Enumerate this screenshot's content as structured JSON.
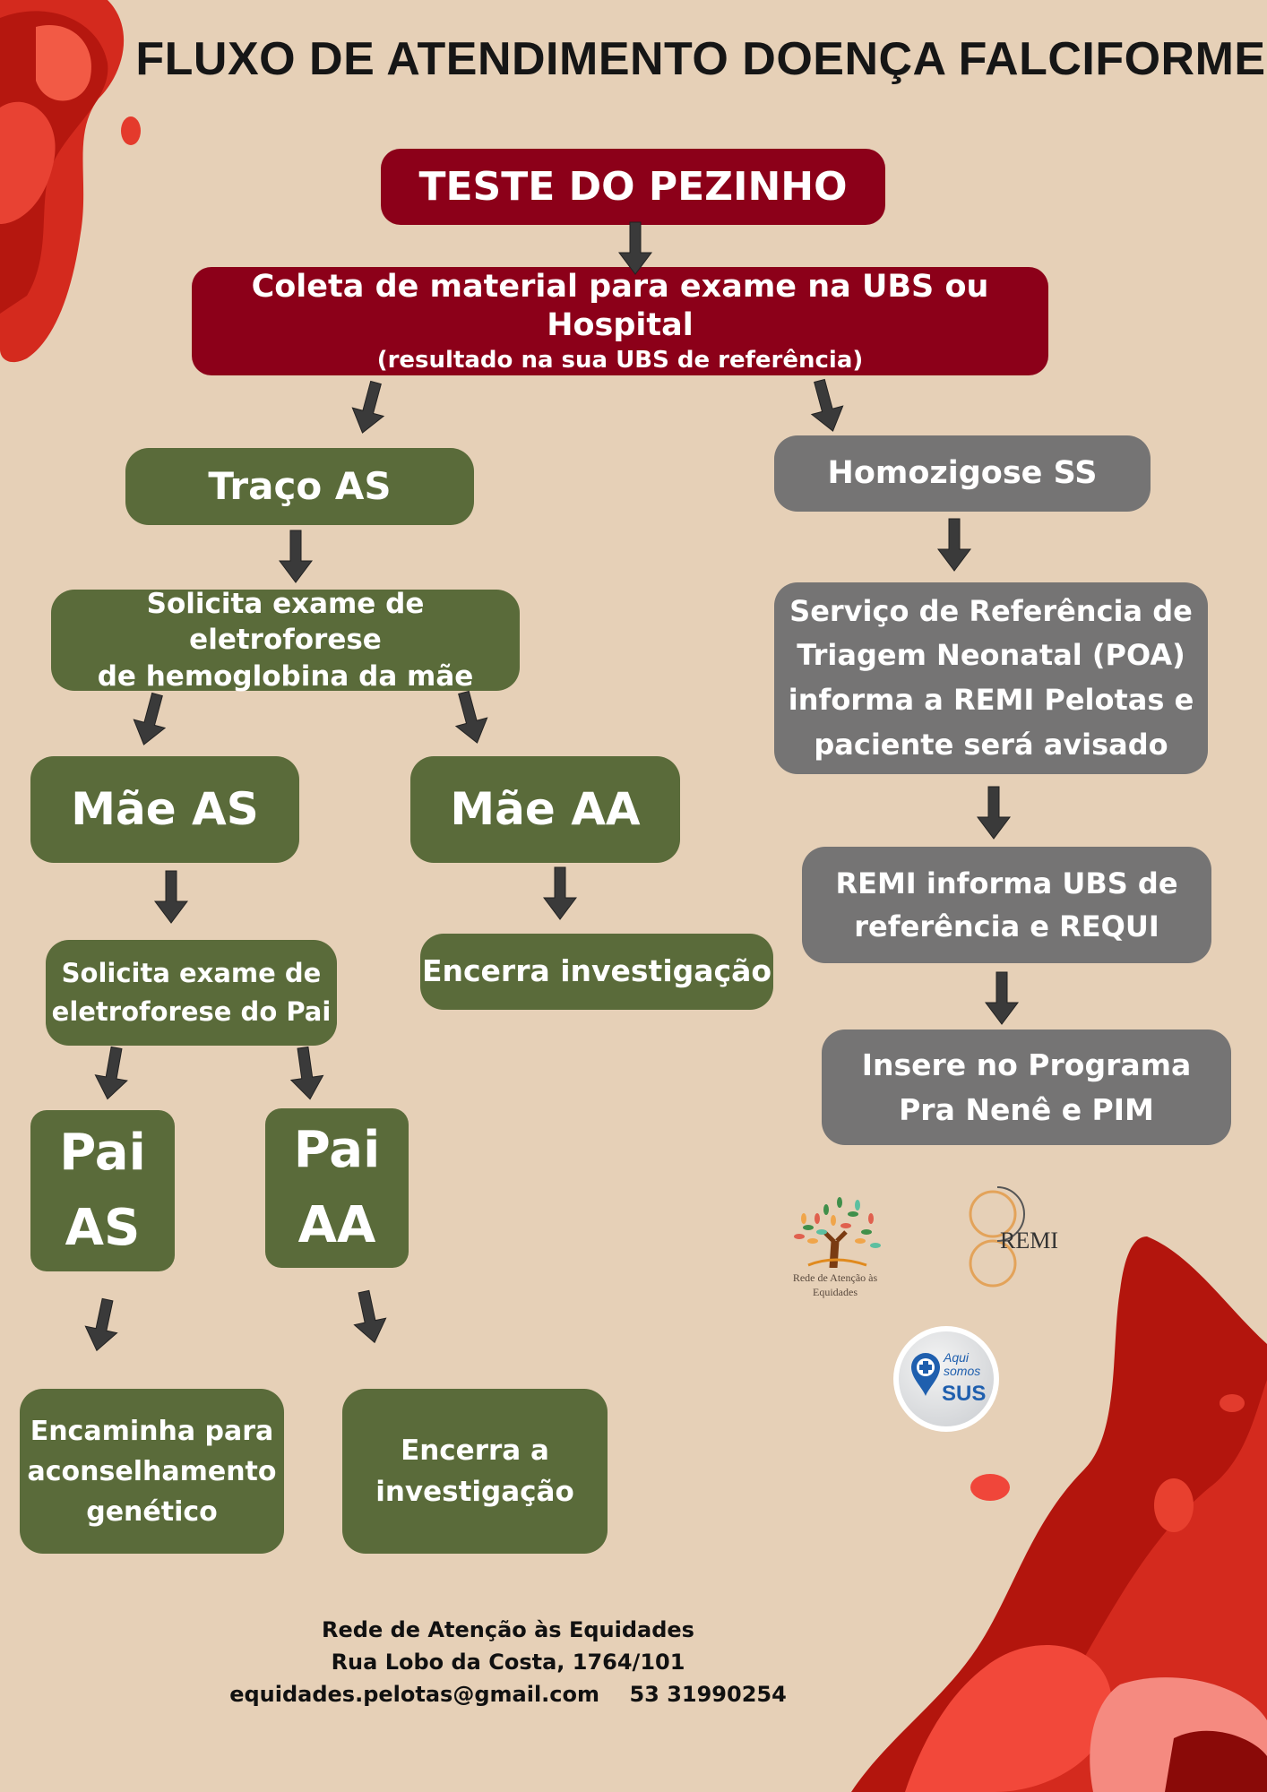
{
  "title": "FLUXO DE ATENDIMENTO DOENÇA FALCIFORME",
  "colors": {
    "background": "#e6d0b7",
    "red": "#8c0019",
    "green": "#5a6b3a",
    "grey": "#757474"
  },
  "flow": {
    "teste": "TESTE DO PEZINHO",
    "coleta": {
      "line1": "Coleta de material para exame na UBS ou Hospital",
      "line2": "(resultado na sua UBS de referência)"
    },
    "traco": "Traço AS",
    "solicita_mae": {
      "line1": "Solicita exame de eletroforese",
      "line2": "de hemoglobina da mãe"
    },
    "mae_as": "Mãe AS",
    "mae_aa": "Mãe AA",
    "solicita_pai": {
      "line1": "Solicita exame de",
      "line2": "eletroforese do Pai"
    },
    "encerra_investigacao": "Encerra investigação",
    "pai_as": {
      "line1": "Pai",
      "line2": "AS"
    },
    "pai_aa": {
      "line1": "Pai",
      "line2": "AA"
    },
    "encaminha": {
      "line1": "Encaminha para",
      "line2": "aconselhamento",
      "line3": "genético"
    },
    "encerra_a": {
      "line1": "Encerra a",
      "line2": "investigação"
    },
    "homozigose": "Homozigose SS",
    "servico": {
      "line1": "Serviço de Referência de",
      "line2": "Triagem Neonatal (POA)",
      "line3": "informa a REMI Pelotas e",
      "line4": "paciente será avisado"
    },
    "remi_informa": {
      "line1": "REMI informa UBS de",
      "line2": "referência e REQUI"
    },
    "insere": {
      "line1": "Insere no Programa",
      "line2": "Pra Nenê e PIM"
    }
  },
  "logos": {
    "equidades": "Rede de Atenção às Equidades",
    "remi": "REMI",
    "sus": {
      "line1": "Aqui",
      "line2": "somos",
      "line3": "SUS"
    }
  },
  "footer": {
    "line1": "Rede de Atenção às Equidades",
    "line2": "Rua Lobo da Costa, 1764/101",
    "email": "equidades.pelotas@gmail.com",
    "phone": "53 31990254"
  }
}
